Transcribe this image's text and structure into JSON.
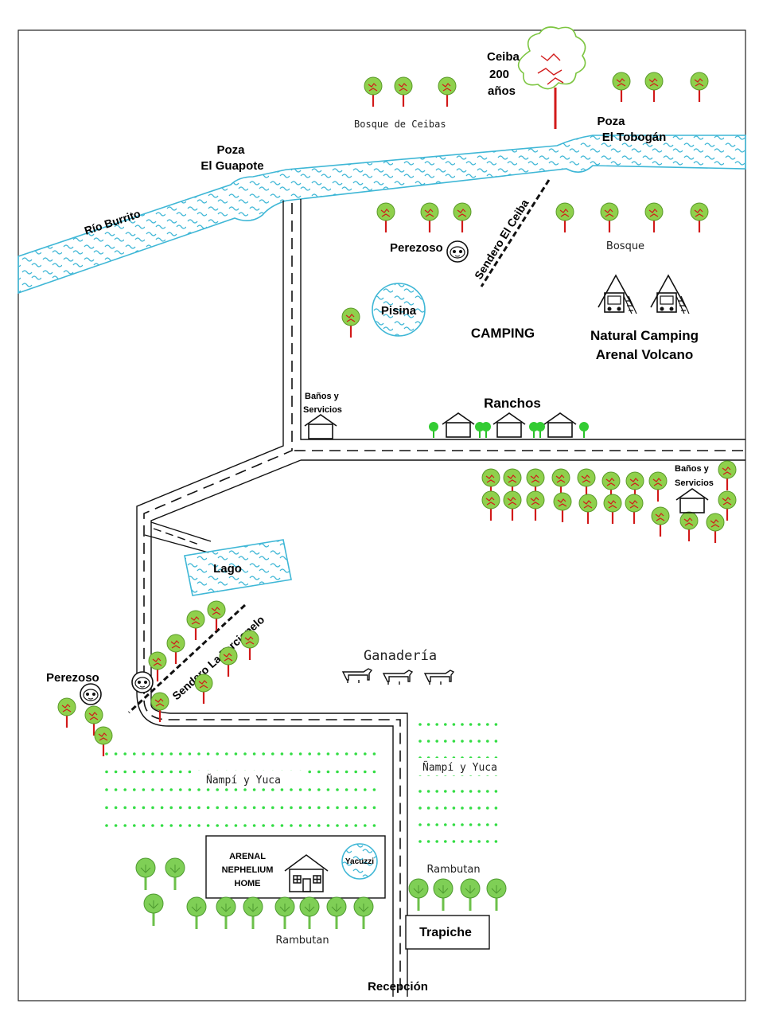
{
  "map": {
    "river_name": "Río Burrito",
    "pools": [
      {
        "line1": "Poza",
        "line2": "El Guapote"
      },
      {
        "line1": "Poza",
        "line2": "El Tobogán"
      }
    ],
    "ceiba": {
      "line1": "Ceiba",
      "line2": "200",
      "line3": "años"
    },
    "bosque_ceibas": "Bosque de Ceibas",
    "bosque": "Bosque",
    "sendero_ceiba": "Sendero El Ceiba",
    "sendero_terciopelo": "Sendero La Terciopelo",
    "perezoso": "Perezoso",
    "pisina": "Pisina",
    "camping": "CAMPING",
    "natural_camping": {
      "line1": "Natural Camping",
      "line2": "Arenal Volcano"
    },
    "banos": {
      "line1": "Baños y",
      "line2": "Servicios"
    },
    "ranchos": "Ranchos",
    "lago": "Lago",
    "ganaderia": "Ganadería",
    "nampi_yuca": "Ñampí y Yuca",
    "home": {
      "line1": "ARENAL",
      "line2": "NEPHELIUM",
      "line3": "HOME"
    },
    "yacuzzi": "Yacuzzi",
    "rambutan": "Rambutan",
    "trapiche": "Trapiche",
    "recepcion": "Recepción"
  },
  "colors": {
    "water": "#3fb7d6",
    "tree_leaf": "#7cc540",
    "tree_trunk": "#d21a1a",
    "crop": "#33dd44",
    "rambutan_tree": "#6cc04a"
  }
}
